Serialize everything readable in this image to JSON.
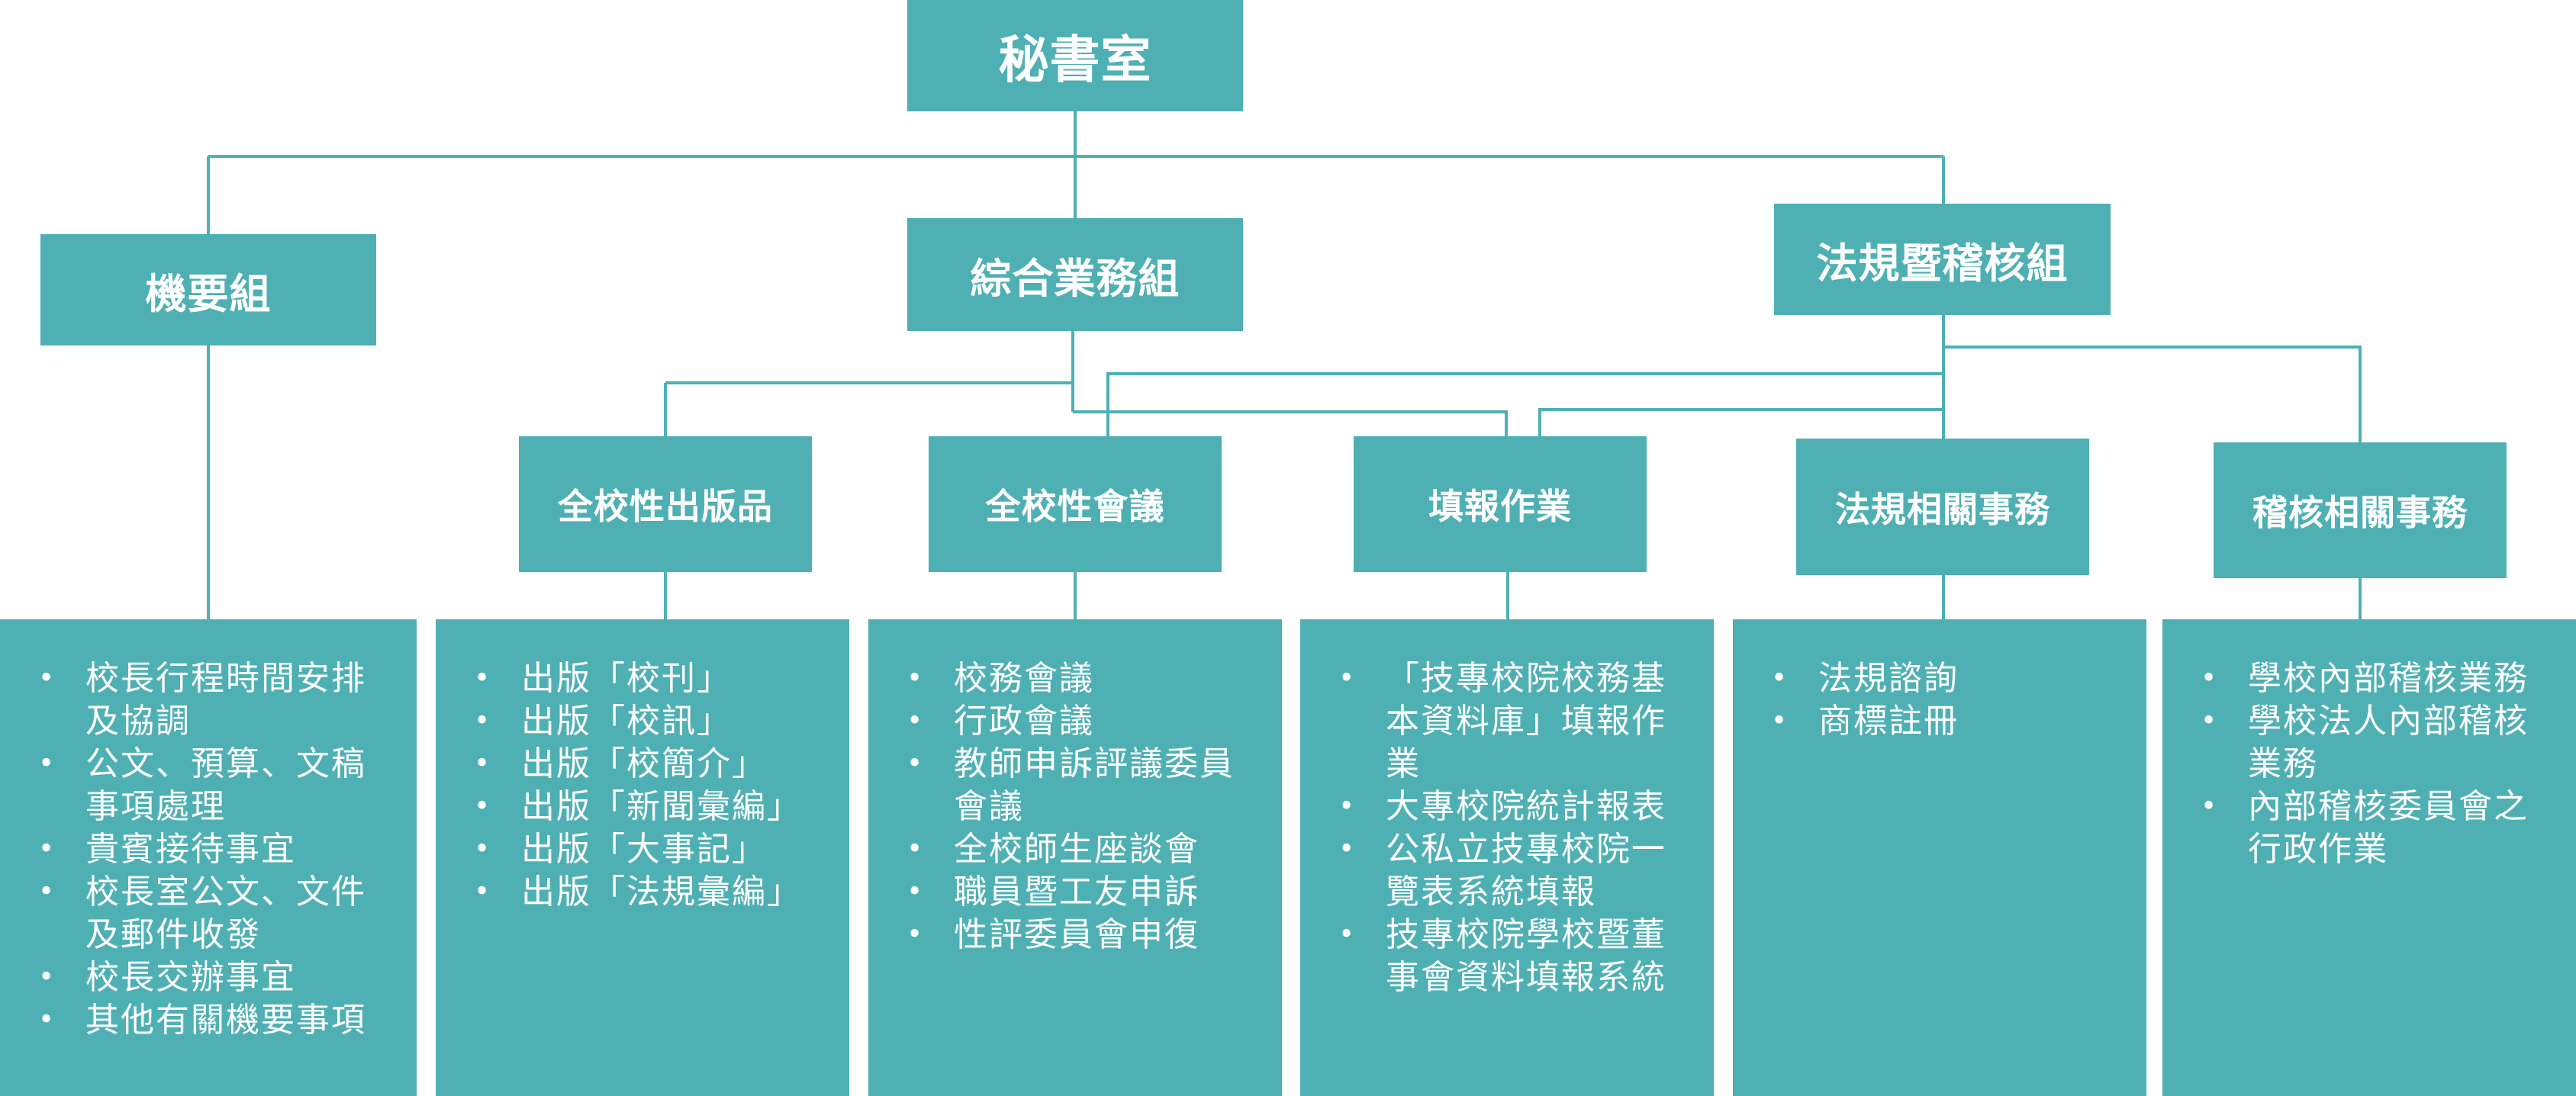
{
  "root": {
    "label": "秘書室"
  },
  "divisions": [
    {
      "id": "jiyao",
      "label": "機要組"
    },
    {
      "id": "zonghe",
      "label": "綜合業務組"
    },
    {
      "id": "fagui",
      "label": "法規暨稽核組"
    }
  ],
  "units": [
    {
      "id": "pub",
      "label": "全校性出版品"
    },
    {
      "id": "meeting",
      "label": "全校性會議"
    },
    {
      "id": "report",
      "label": "填報作業"
    },
    {
      "id": "law",
      "label": "法規相關事務"
    },
    {
      "id": "audit",
      "label": "稽核相關事務"
    }
  ],
  "duties": [
    {
      "id": "jiyao",
      "items": [
        "校長行程時間安排及協調",
        "公文、預算、文稿事項處理",
        "貴賓接待事宜",
        "校長室公文、文件及郵件收發",
        "校長交辦事宜",
        "其他有關機要事項"
      ]
    },
    {
      "id": "pub",
      "items": [
        "出版「校刊」",
        "出版「校訊」",
        "出版「校簡介」",
        "出版「新聞彙編」",
        "出版「大事記」",
        "出版「法規彙編」"
      ]
    },
    {
      "id": "meeting",
      "items": [
        "校務會議",
        "行政會議",
        "教師申訴評議委員會議",
        "全校師生座談會",
        "職員暨工友申訴",
        "性評委員會申復"
      ]
    },
    {
      "id": "report",
      "items": [
        "「技專校院校務基本資料庫」填報作業",
        "大專校院統計報表",
        "公私立技專校院一覽表系統填報",
        "技專校院學校暨董事會資料填報系統"
      ]
    },
    {
      "id": "law",
      "items": [
        "法規諮詢",
        "商標註冊"
      ]
    },
    {
      "id": "audit",
      "items": [
        "學校內部稽核業務",
        "學校法人內部稽核業務",
        "內部稽核委員會之行政作業"
      ]
    }
  ]
}
